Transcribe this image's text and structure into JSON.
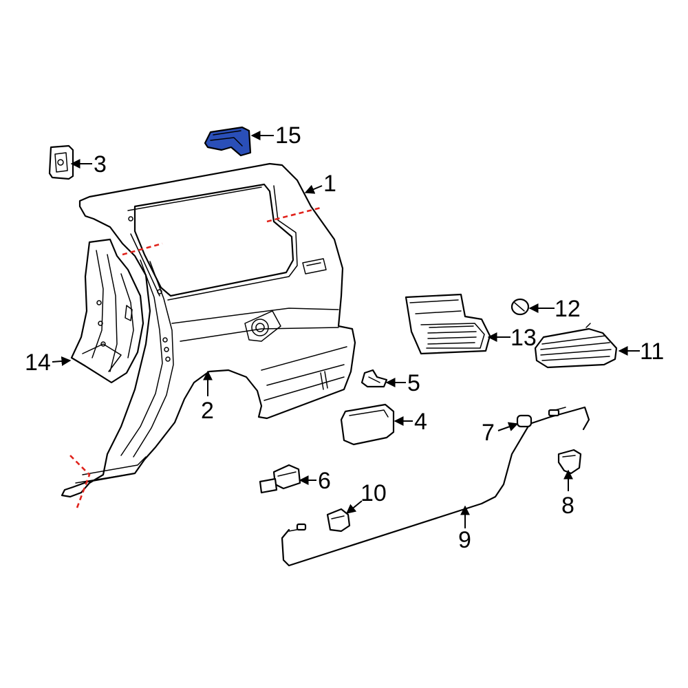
{
  "colors": {
    "line": "#000000",
    "cut_line": "#e0231c",
    "highlight": "#2a4fb8",
    "background": "#ffffff"
  },
  "callouts": [
    {
      "id": "1",
      "label": "1"
    },
    {
      "id": "2",
      "label": "2"
    },
    {
      "id": "3",
      "label": "3"
    },
    {
      "id": "4",
      "label": "4"
    },
    {
      "id": "5",
      "label": "5"
    },
    {
      "id": "6",
      "label": "6"
    },
    {
      "id": "7",
      "label": "7"
    },
    {
      "id": "8",
      "label": "8"
    },
    {
      "id": "9",
      "label": "9"
    },
    {
      "id": "10",
      "label": "10"
    },
    {
      "id": "11",
      "label": "11"
    },
    {
      "id": "12",
      "label": "12"
    },
    {
      "id": "13",
      "label": "13"
    },
    {
      "id": "14",
      "label": "14"
    },
    {
      "id": "15",
      "label": "15"
    }
  ],
  "highlighted_part": "15"
}
